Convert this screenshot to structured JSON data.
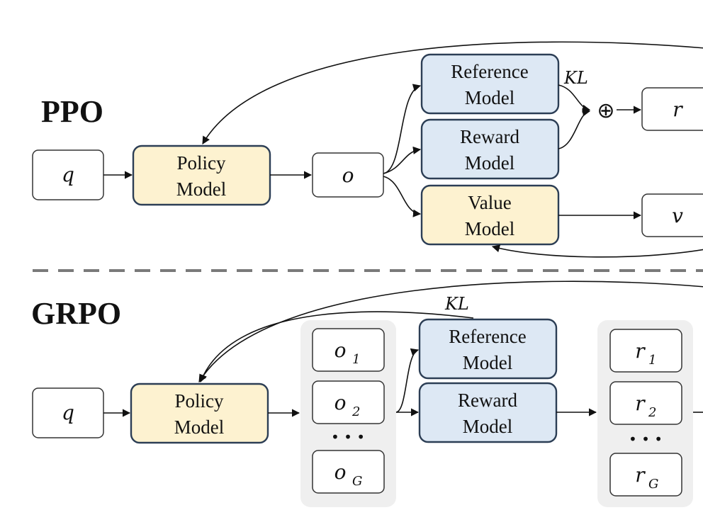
{
  "ppo": {
    "title": "PPO",
    "q": "q",
    "policy": [
      "Policy",
      "Model"
    ],
    "o": "o",
    "reference": [
      "Reference",
      "Model"
    ],
    "reward": [
      "Reward",
      "Model"
    ],
    "value": [
      "Value",
      "Model"
    ],
    "kl": "KL",
    "plus": "⊕",
    "r": "r",
    "v": "v"
  },
  "grpo": {
    "title": "GRPO",
    "q": "q",
    "policy": [
      "Policy",
      "Model"
    ],
    "kl": "KL",
    "reference": [
      "Reference",
      "Model"
    ],
    "reward": [
      "Reward",
      "Model"
    ],
    "outputs": [
      {
        "base": "o",
        "sub": "1"
      },
      {
        "base": "o",
        "sub": "2"
      },
      {
        "base": "o",
        "sub": "G"
      }
    ],
    "rewards": [
      {
        "base": "r",
        "sub": "1"
      },
      {
        "base": "r",
        "sub": "2"
      },
      {
        "base": "r",
        "sub": "G"
      }
    ],
    "ellipsis": "• • •"
  },
  "colors": {
    "yellow_fill": "#fdf2d0",
    "blue_fill": "#dde8f4",
    "box_stroke": "#2c3e55",
    "group_fill": "#efefef",
    "divider": "#7a7a7a"
  }
}
